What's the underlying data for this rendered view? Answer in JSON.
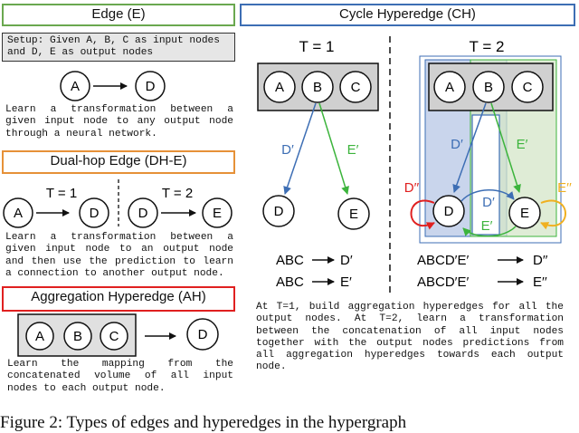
{
  "edge": {
    "title": "Edge (E)",
    "setup": "Setup: Given A, B, C as input nodes and D, E as output nodes",
    "desc": "Learn a transformation between a given input node to any output node through a neural network.",
    "node_in": "A",
    "node_out": "D"
  },
  "dual_hop": {
    "title": "Dual-hop Edge (DH-E)",
    "t1": "T = 1",
    "t2": "T = 2",
    "nodes": [
      "A",
      "D",
      "D",
      "E"
    ],
    "desc": "Learn a transformation between a given input node to an output node and then use the prediction to learn a connection to another output node."
  },
  "aggregation": {
    "title": "Aggregation Hyperedge (AH)",
    "inputs": [
      "A",
      "B",
      "C"
    ],
    "output": "D",
    "desc": "Learn the mapping from the concatenated volume of all input nodes to each output node."
  },
  "cycle": {
    "title": "Cycle Hyperedge (CH)",
    "t1": {
      "label": "T = 1",
      "inputs": [
        "A",
        "B",
        "C"
      ],
      "outputs": [
        "D",
        "E"
      ],
      "edge_labels": [
        "D′",
        "E′"
      ],
      "equations": [
        {
          "lhs": "ABC",
          "rhs": "D′"
        },
        {
          "lhs": "ABC",
          "rhs": "E′"
        }
      ]
    },
    "t2": {
      "label": "T = 2",
      "inputs": [
        "A",
        "B",
        "C"
      ],
      "outputs": [
        "D",
        "E"
      ],
      "edge_labels": [
        "D′",
        "E′",
        "D′′",
        "E′′",
        "D′",
        "E′"
      ],
      "equations": [
        {
          "lhs": "ABCD′E′",
          "rhs": "D′′"
        },
        {
          "lhs": "ABCD′E′",
          "rhs": "E′′"
        }
      ]
    },
    "desc": "At T=1, build aggregation hyperedges for all the output nodes. At T=2, learn a transformation between the concatenation of all input nodes together with the output nodes predictions from all aggregation hyperedges towards each output node."
  },
  "caption": "Figure 2: Types of edges and hyperedges in the hypergraph",
  "colors": {
    "edge_box": "#6aa84f",
    "dual_hop_box": "#e69138",
    "aggregation_box": "#e02020",
    "cycle_box": "#3d6eb4",
    "blue_arrow": "#3d6eb4",
    "green_arrow": "#3cb43c",
    "red_arrow": "#e02020",
    "yellow_arrow": "#f0b020",
    "blue_region": "#b7c7e6",
    "green_region": "#d4e6c8"
  }
}
